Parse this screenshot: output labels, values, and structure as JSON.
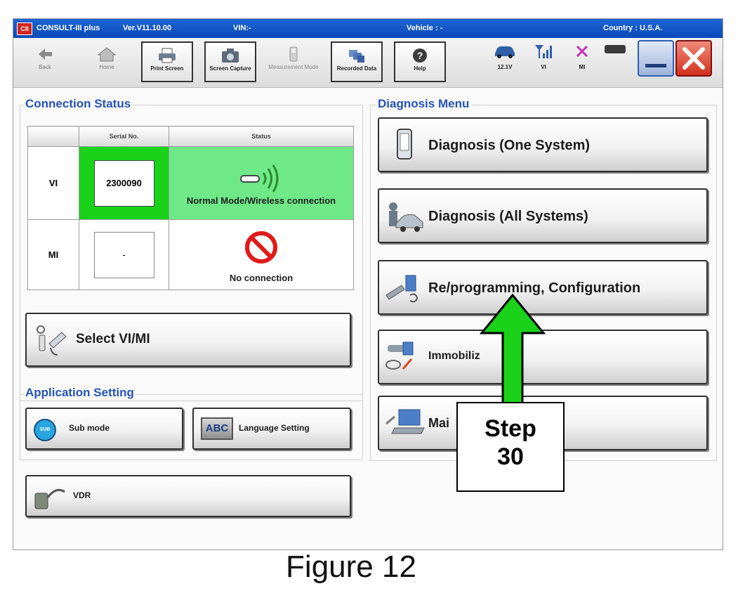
{
  "titlebar": {
    "app_badge": "CII",
    "app_name": "CONSULT-III plus",
    "version": "Ver.V11.10.00",
    "vin": "VIN:-",
    "vehicle": "Vehicle : -",
    "country": "Country : U.S.A."
  },
  "toolbar": {
    "back": "Back",
    "home": "Home",
    "print_screen": "Print Screen",
    "screen_capture": "Screen Capture",
    "measurement_mode": "Measurement Mode",
    "recorded_data": "Recorded Data",
    "help": "Help",
    "voltage": "12.1V",
    "vi": "VI",
    "mi": "MI"
  },
  "connection_status": {
    "title": "Connection Status",
    "col_serial": "Serial No.",
    "col_status": "Status",
    "rows": [
      {
        "device": "VI",
        "serial": "2300090",
        "status": "Normal Mode/Wireless connection"
      },
      {
        "device": "MI",
        "serial": "-",
        "status": "No connection"
      }
    ]
  },
  "select_vi_mi": "Select VI/MI",
  "application_setting": {
    "title": "Application Setting",
    "sub_mode": "Sub mode",
    "language_setting": "Language Setting",
    "abc": "ABC",
    "sub_badge": "SUB",
    "vdr": "VDR"
  },
  "diagnosis_menu": {
    "title": "Diagnosis Menu",
    "items": [
      "Diagnosis (One System)",
      "Diagnosis (All Systems)",
      "Re/programming, Configuration",
      "Immobiliz",
      "Mai"
    ]
  },
  "callout": {
    "line1": "Step",
    "line2": "30",
    "color": "#19d219"
  },
  "caption": "Figure 12",
  "colors": {
    "title_blue": "#2653b8",
    "status_green": "#6fe888",
    "titlebar": "#0f52c7"
  }
}
